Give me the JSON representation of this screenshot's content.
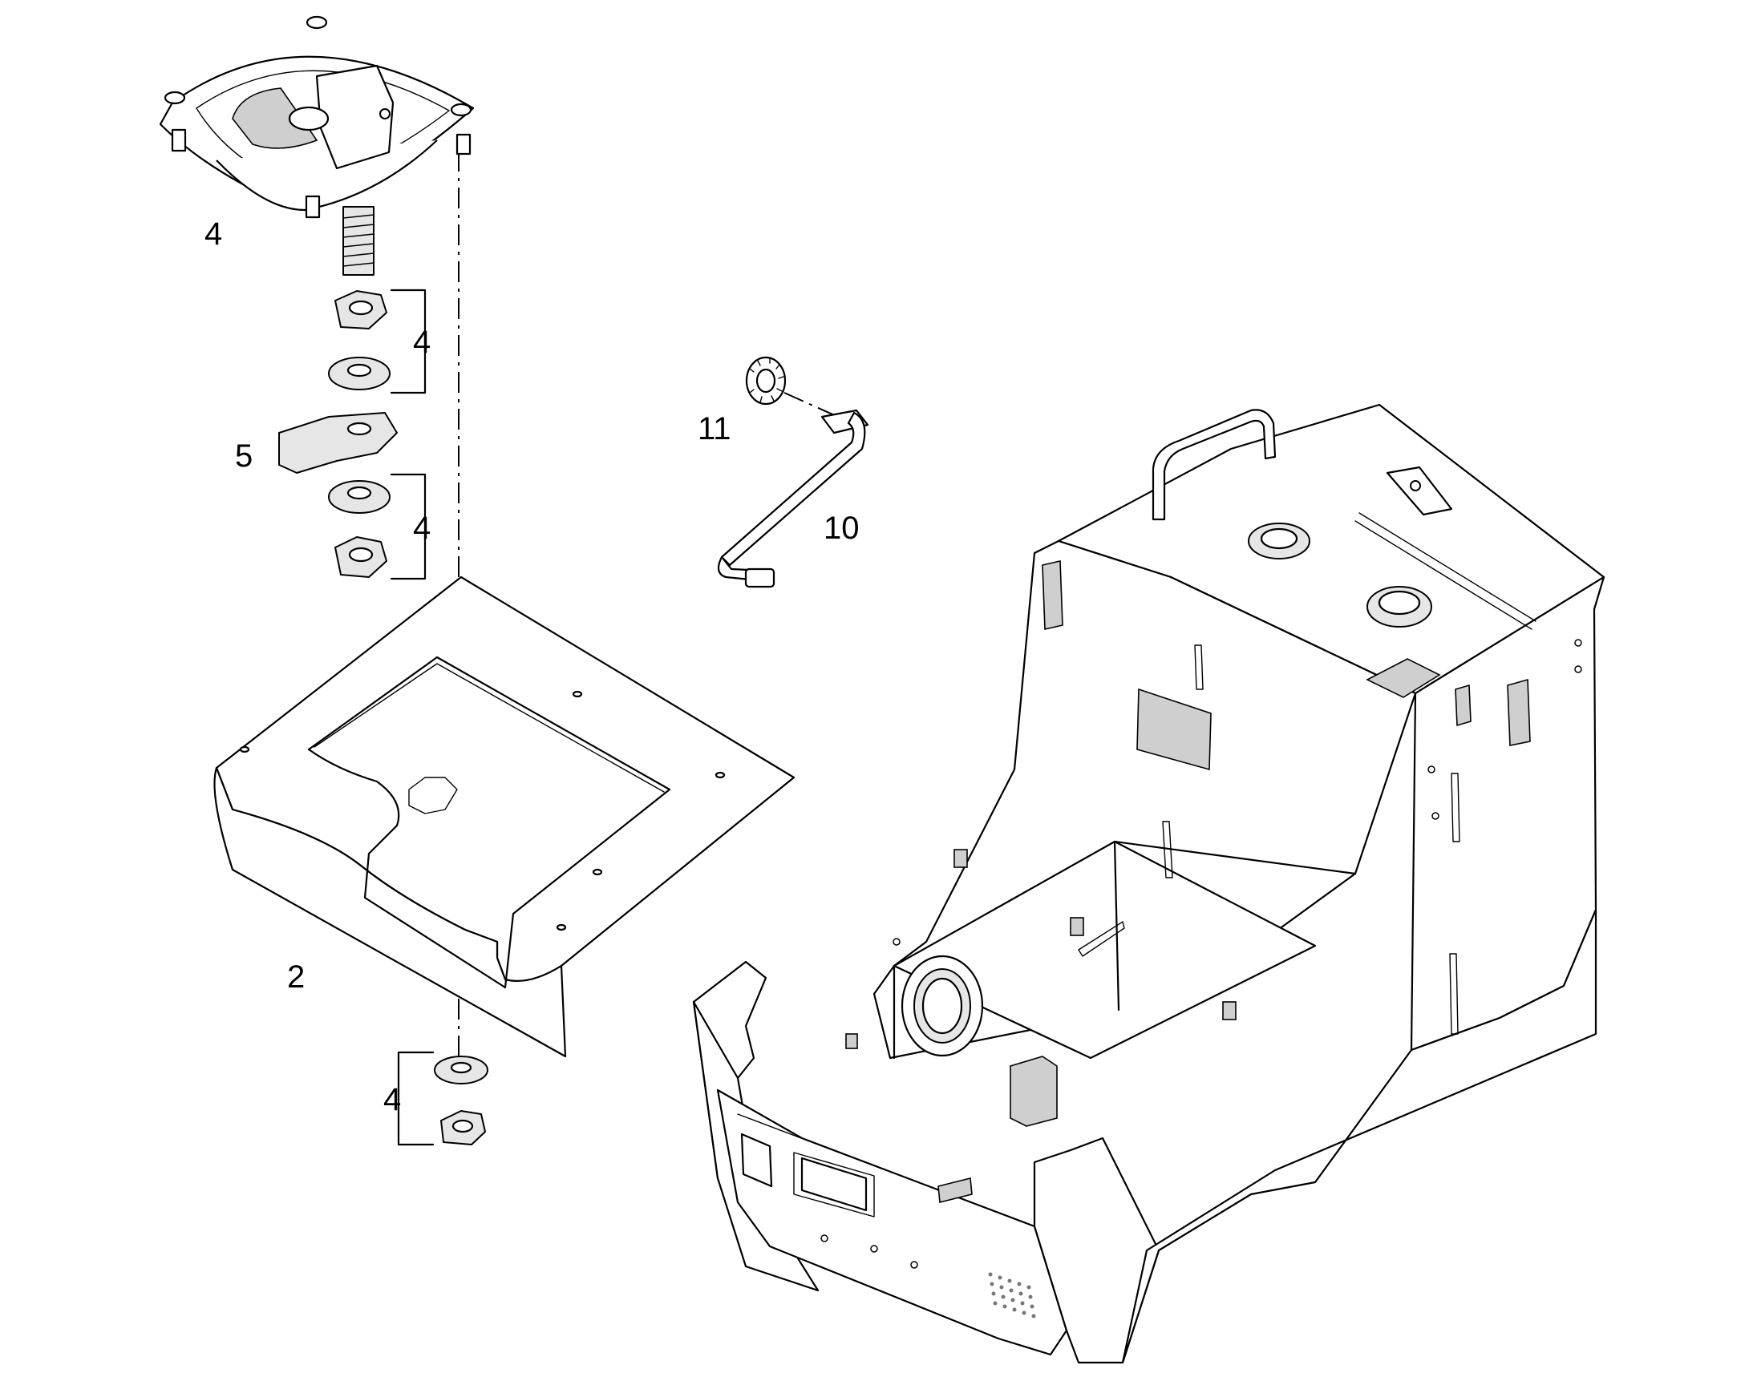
{
  "diagram": {
    "type": "exploded-parts-view",
    "callouts": {
      "latch_top": "4",
      "nut_washer_upper": "4",
      "cam": "5",
      "nut_washer_lower": "4",
      "cover_panel": "2",
      "washer_nut_bottom": "4",
      "lock_washer": "11",
      "crank_handle": "10"
    }
  }
}
